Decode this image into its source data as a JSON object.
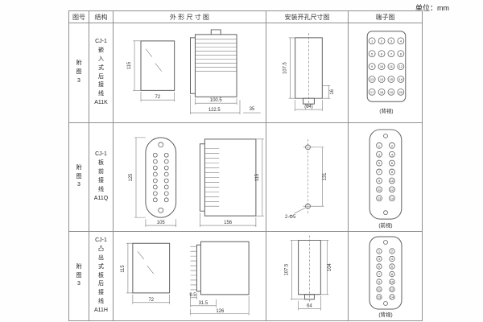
{
  "page": {
    "unit_label": "单位：mm"
  },
  "headers": {
    "fig_no": "图号",
    "structure": "结构",
    "outline": "外 形 尺 寸 图",
    "install": "安装开孔尺寸图",
    "terminal": "端子图"
  },
  "rows": [
    {
      "fig_no": "附\n图\n3",
      "structure": "CJ-1\n嵌\n入\n式\n后\n接\n线\nA11K",
      "outline": {
        "height": "115",
        "width": "72",
        "depth1": "100.5",
        "depth2": "122.5",
        "depth3": "35"
      },
      "install": {
        "cutout_height": "107.5",
        "notch": "16",
        "cutout_width": "(64)"
      },
      "terminal": {
        "view": "(背视)",
        "numbers": [
          "1",
          "2",
          "3",
          "4",
          "5",
          "6",
          "7",
          "8",
          "9",
          "10",
          "11",
          "12",
          "13",
          "14",
          "15",
          "16",
          "17",
          "18",
          "19",
          "20"
        ]
      }
    },
    {
      "fig_no": "附\n图\n3",
      "structure": "CJ-1\n板\n前\n接\n线\nA11Q",
      "outline": {
        "height": "125",
        "width": "105",
        "depth1": "156",
        "depth2": "115"
      },
      "install": {
        "hole_spacing": "131",
        "holes": "2-Φ5"
      },
      "terminal": {
        "view": "(前视)",
        "numbers": [
          "1",
          "2",
          "3",
          "4",
          "5",
          "6",
          "7",
          "8",
          "9",
          "10",
          "11",
          "12",
          "13",
          "14"
        ]
      }
    },
    {
      "fig_no": "附\n图\n3",
      "structure": "CJ-1\n凸\n出\n式\n板\n后\n接\n线\nA11H",
      "outline": {
        "height": "115",
        "width": "72",
        "depth1": "9.5",
        "depth2": "31.5",
        "depth3": "126"
      },
      "install": {
        "cutout_height": "107.5",
        "inner_height": "104",
        "cutout_width": "64"
      },
      "terminal": {
        "view": "(背视)",
        "numbers": [
          "1",
          "2",
          "3",
          "4",
          "5",
          "6",
          "7",
          "8",
          "9",
          "10",
          "11",
          "12",
          "13",
          "14"
        ]
      }
    }
  ]
}
